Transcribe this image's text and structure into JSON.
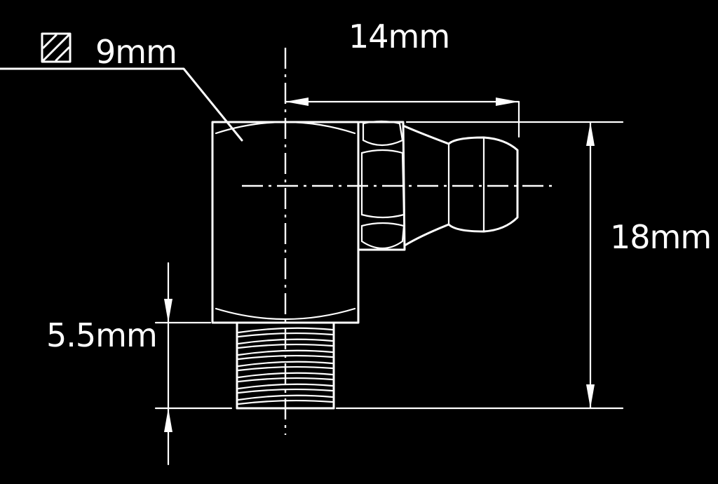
{
  "drawing": {
    "square_size_label": "9mm",
    "width_label": "14mm",
    "height_label": "18mm",
    "thread_length_label": "5.5mm"
  },
  "colors": {
    "background": "#000000",
    "line": "#ffffff"
  }
}
